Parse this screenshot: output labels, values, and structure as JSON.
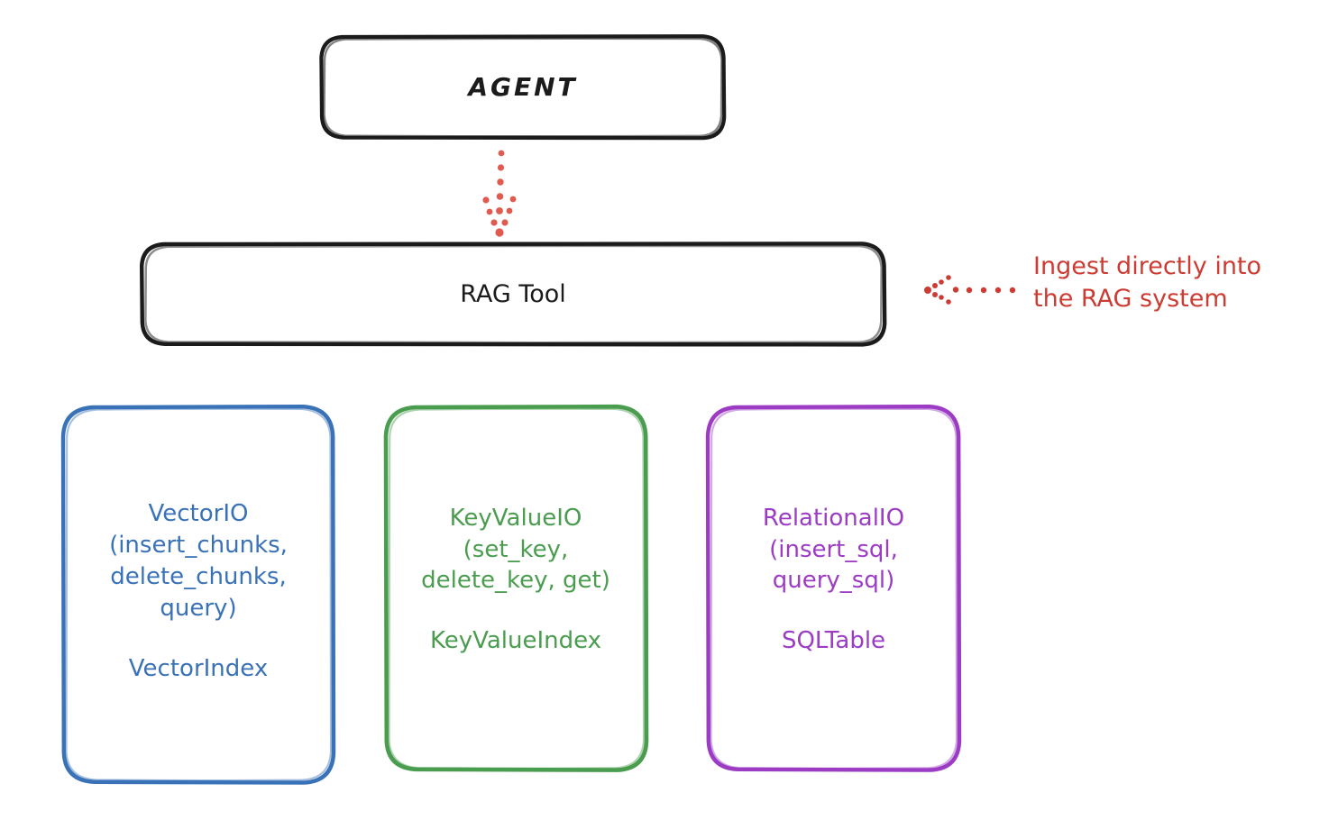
{
  "diagram": {
    "title": "RAG Tool architecture",
    "style": "hand-drawn whiteboard sketch",
    "background_color": "#ffffff"
  },
  "nodes": {
    "agent": {
      "label": "AGENT",
      "stroke_color": "#1b1b1b",
      "text_color": "#1b1b1b"
    },
    "rag_tool": {
      "label": "RAG Tool",
      "stroke_color": "#1b1b1b",
      "text_color": "#1b1b1b"
    },
    "vectorio": {
      "api_label": "VectorIO\n(insert_chunks,\ndelete_chunks,\nquery)",
      "index_label": "VectorIndex",
      "stroke_color": "#3a72b8",
      "text_color": "#3a72b8"
    },
    "keyvalueio": {
      "api_label": "KeyValueIO\n(set_key,\ndelete_key, get)",
      "index_label": "KeyValueIndex",
      "stroke_color": "#4a9d4f",
      "text_color": "#4a9d4f"
    },
    "relationalio": {
      "api_label": "RelationalIO\n(insert_sql,\nquery_sql)",
      "index_label": "SQLTable",
      "stroke_color": "#9c3cc4",
      "text_color": "#9c3cc4"
    }
  },
  "annotations": {
    "ingest": {
      "text": "Ingest directly into\nthe RAG system",
      "color": "#cc3c33",
      "arrow": "dotted-arrow-left",
      "points_to": "rag_tool"
    }
  },
  "connectors": [
    {
      "name": "agent-to-rag-tool",
      "from": "agent",
      "to": "rag_tool",
      "style": "dotted",
      "color": "#e05a4f",
      "arrowhead": "down"
    }
  ]
}
